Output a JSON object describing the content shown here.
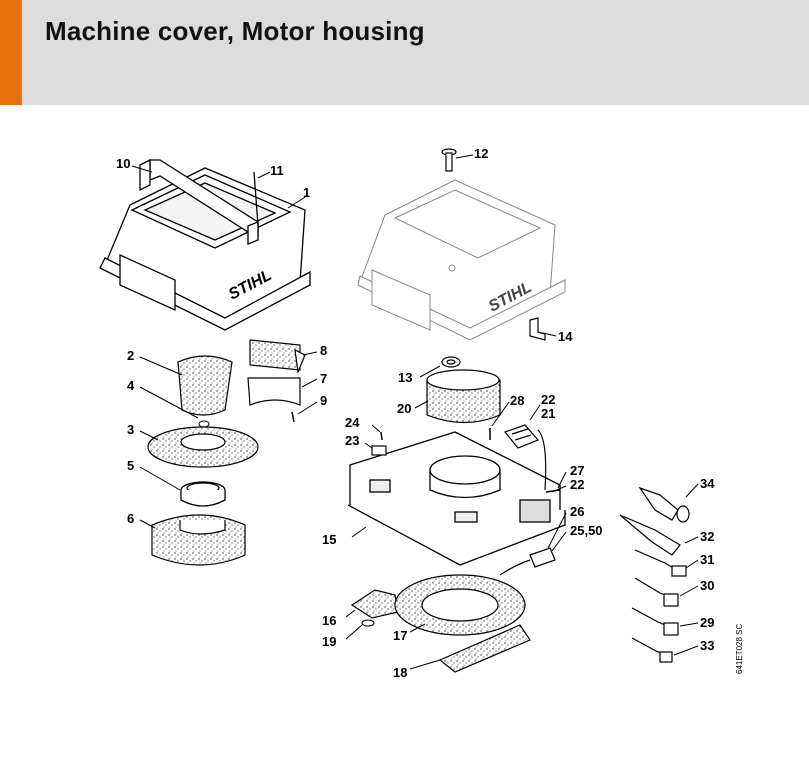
{
  "header": {
    "title": "Machine cover, Motor housing",
    "accent_color": "#e8710a",
    "background_color": "#dcdcdc"
  },
  "diagram": {
    "brand_text": "STIHL",
    "reference_code": "641ET028 SC",
    "part_labels": [
      "1",
      "2",
      "3",
      "4",
      "5",
      "6",
      "7",
      "8",
      "9",
      "10",
      "11",
      "12",
      "13",
      "14",
      "15",
      "16",
      "17",
      "18",
      "19",
      "20",
      "21",
      "22",
      "22",
      "23",
      "24",
      "25,50",
      "26",
      "27",
      "28",
      "29",
      "30",
      "31",
      "32",
      "33",
      "34"
    ]
  }
}
